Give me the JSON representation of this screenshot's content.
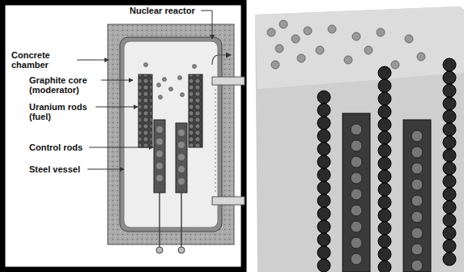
{
  "diagram": {
    "labels": [
      "Nuclear reactor",
      "Concrete chamber",
      "Graphite core (moderator)",
      "Uranium rods (fuel)",
      "Control rods",
      "Steel vessel"
    ]
  }
}
